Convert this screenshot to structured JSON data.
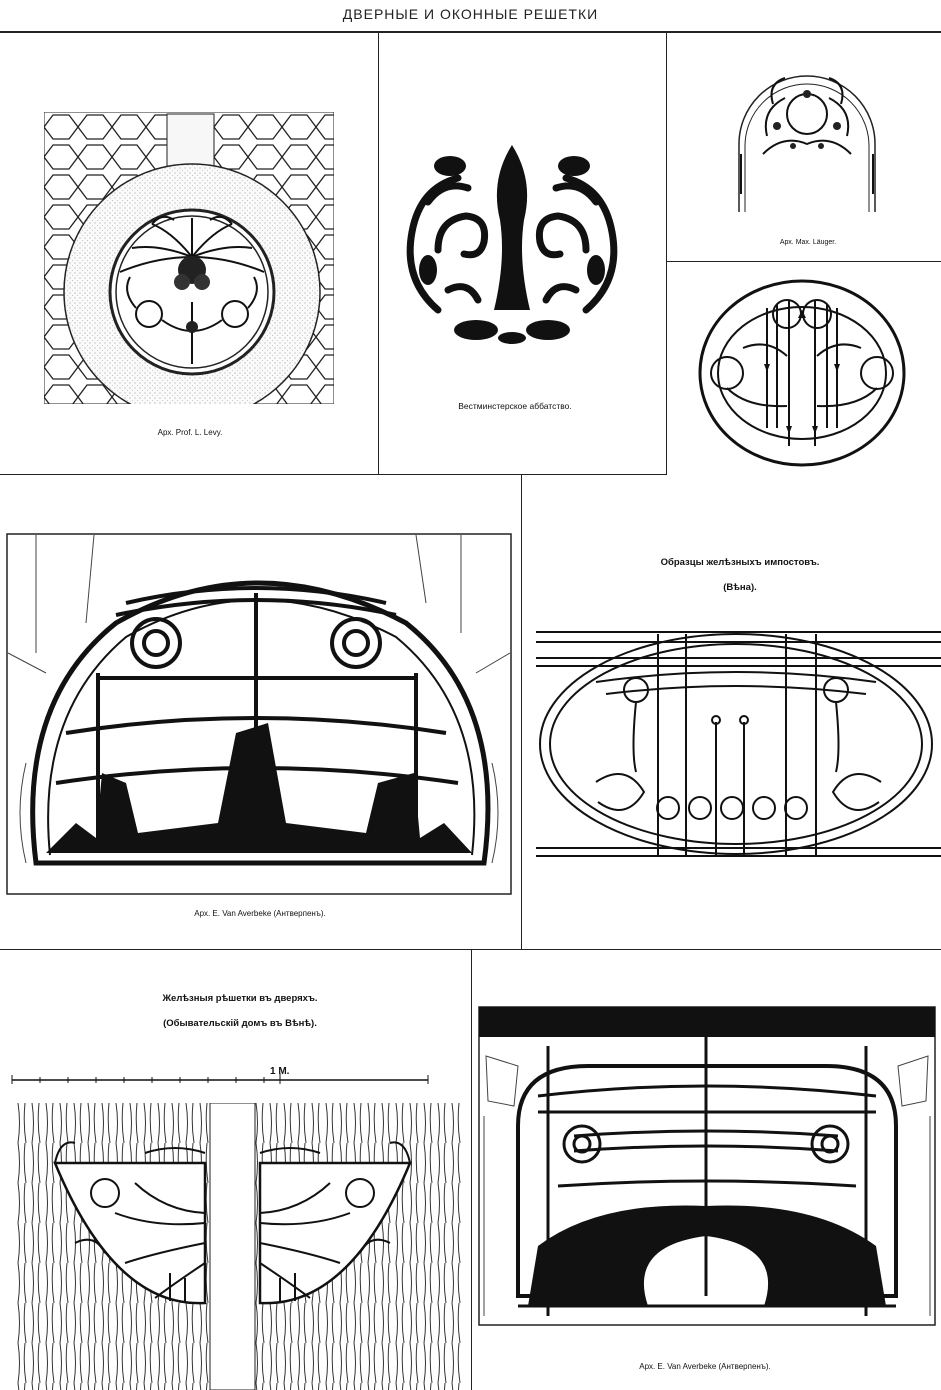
{
  "page": {
    "title": "ДВЕРНЫЕ И ОКОННЫЕ РЕШЕТКИ"
  },
  "plates": {
    "levy": {
      "caption": "Арх. Prof. L. Levy."
    },
    "westminster": {
      "caption": "Вестминстерское аббатство."
    },
    "lauger": {
      "caption": "Арх. Max. Läuger."
    },
    "averbeke_top": {
      "caption": "Арх. E. Van Averbeke (Антверпенъ)."
    },
    "vienna_impost": {
      "heading": "Образцы желѣзныхъ импостовъ.",
      "subheading": "(Вѣна)."
    },
    "door_grilles": {
      "heading": "Желѣзныя рѣшетки въ дверяхъ.",
      "subheading": "(Обывательскій домъ въ Вѣнѣ).",
      "scale_label": "1 М."
    },
    "averbeke_bottom": {
      "caption": "Арх. E. Van Averbeke (Антверпенъ)."
    }
  }
}
